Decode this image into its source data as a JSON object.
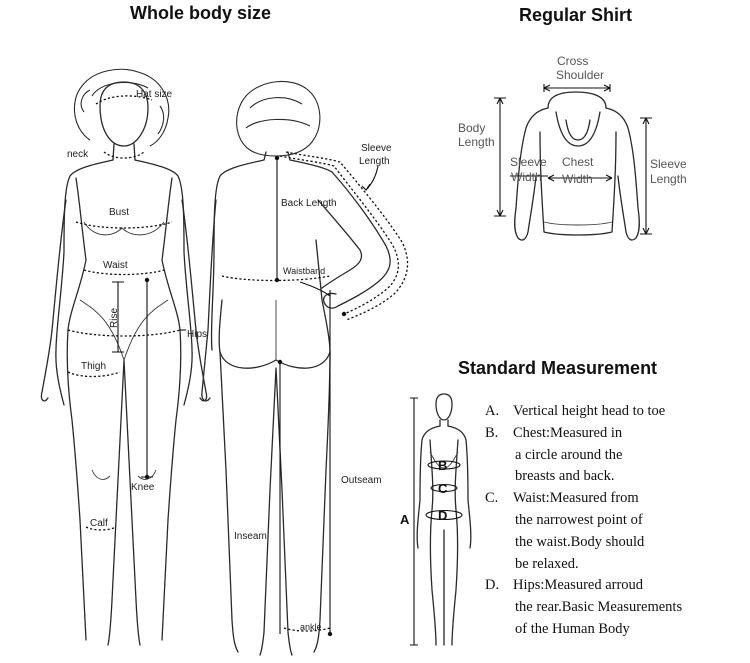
{
  "titles": {
    "whole_body": "Whole body size",
    "regular_shirt": "Regular Shirt",
    "standard": "Standard Measurement"
  },
  "front_labels": {
    "hat": "Hat size",
    "neck": "neck",
    "bust": "Bust",
    "waist": "Waist",
    "rise": "Rise",
    "hips": "Hips",
    "thigh": "Thigh",
    "knee": "Knee",
    "calf": "Calf"
  },
  "back_labels": {
    "sleeve": [
      "Sleeve",
      "Length"
    ],
    "back_length": "Back Length",
    "waistband": "Waistband",
    "outseam": "Outseam",
    "inseam": "Inseam",
    "ankle": "ankle"
  },
  "shirt_labels": {
    "cross_shoulder": [
      "Cross",
      "Shoulder"
    ],
    "body_length": [
      "Body",
      "Length"
    ],
    "sleeve_width": [
      "Sleeve",
      "Width"
    ],
    "chest_width": [
      "Chest",
      "Width"
    ],
    "sleeve_length": [
      "Sleeve",
      "Length"
    ]
  },
  "small_figure_letters": {
    "a": "A",
    "b": "B",
    "c": "C",
    "d": "D"
  },
  "standard_items": [
    {
      "letter": "A.",
      "lines": [
        "Vertical height head to toe"
      ]
    },
    {
      "letter": "B.",
      "lines": [
        "Chest:Measured in",
        "a circle around the",
        "breasts and back."
      ]
    },
    {
      "letter": "C.",
      "lines": [
        "Waist:Measured from",
        "the narrowest point of",
        "the waist.Body should",
        "be relaxed."
      ]
    },
    {
      "letter": "D.",
      "lines": [
        "Hips:Measured arroud",
        "the rear.Basic Measurements",
        "of the Human Body"
      ]
    }
  ]
}
